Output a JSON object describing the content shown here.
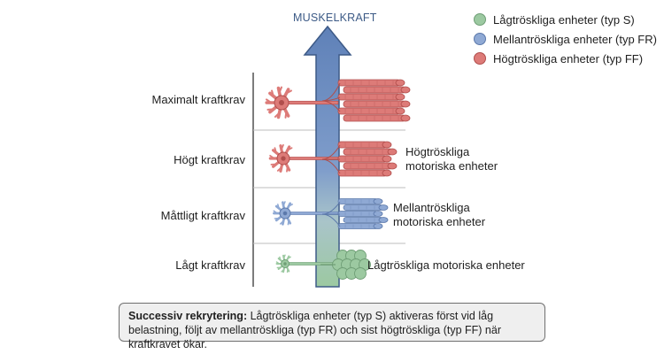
{
  "axis_title": "MUSKELKRAFT",
  "legend": [
    {
      "label": "Lågtröskliga enheter (typ S)",
      "fill": "#9cc9a1",
      "stroke": "#6f9e76"
    },
    {
      "label": "Mellantröskliga enheter (typ FR)",
      "fill": "#8fa9d4",
      "stroke": "#5c79ab"
    },
    {
      "label": "Högtröskliga enheter (typ FF)",
      "fill": "#dd7b78",
      "stroke": "#b04e4c"
    }
  ],
  "levels": [
    {
      "label": "Maximalt kraftkrav"
    },
    {
      "label": "Högt kraftkrav"
    },
    {
      "label": "Måttligt kraftkrav"
    },
    {
      "label": "Lågt kraftkrav"
    }
  ],
  "unit_labels": {
    "high_line1": "Högtröskliga",
    "high_line2": "motoriska enheter",
    "mid_line1": "Mellantröskliga",
    "mid_line2": "motoriska enheter",
    "low": "Lågtröskliga motoriska enheter"
  },
  "summary": {
    "bold": "Successiv rekrytering:",
    "text": " Lågtröskliga enheter (typ S) aktiveras först vid låg belastning, följt av mellantröskliga (typ FR) och sist högtröskliga (typ FF) när kraftkravet ökar."
  },
  "colors": {
    "arrow_blue": "#6f8fc0",
    "arrow_green": "#9cc9a1",
    "red": "#dd7b78",
    "red_dark": "#b04e4c",
    "blue": "#8fa9d4",
    "blue_dark": "#5c79ab",
    "green": "#9cc9a1",
    "green_dark": "#6f9e76"
  }
}
